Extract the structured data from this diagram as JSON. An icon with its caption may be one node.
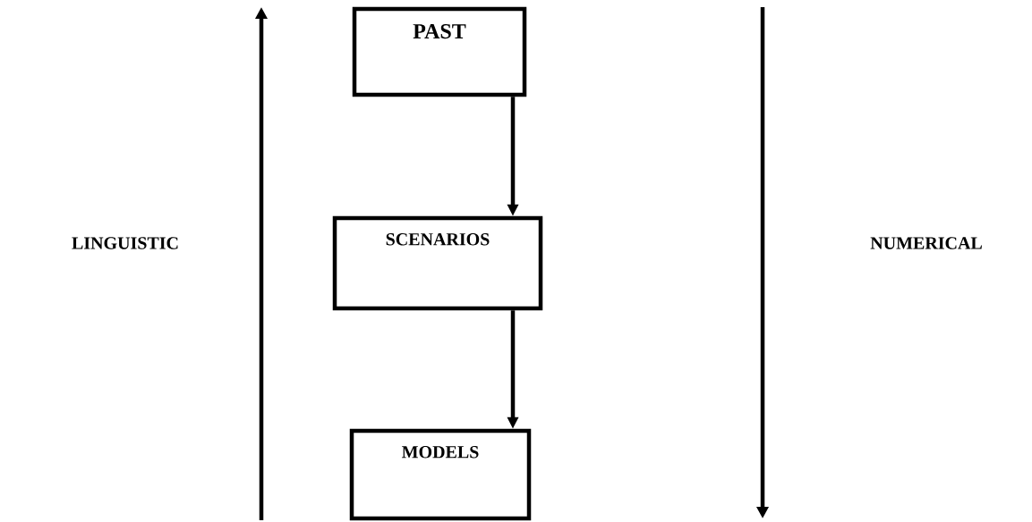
{
  "diagram": {
    "nodes": [
      {
        "text": [
          "PAST"
        ]
      },
      {
        "text": [
          "SCENARIOS"
        ]
      },
      {
        "text": [
          "MODELS"
        ]
      }
    ],
    "edges": [
      {
        "from": 0,
        "to": 1,
        "arrow": "to"
      },
      {
        "from": 1,
        "to": 2,
        "arrow": "to"
      }
    ],
    "labels": [
      "LINGUISTIC",
      "NUMERICAL"
    ]
  }
}
